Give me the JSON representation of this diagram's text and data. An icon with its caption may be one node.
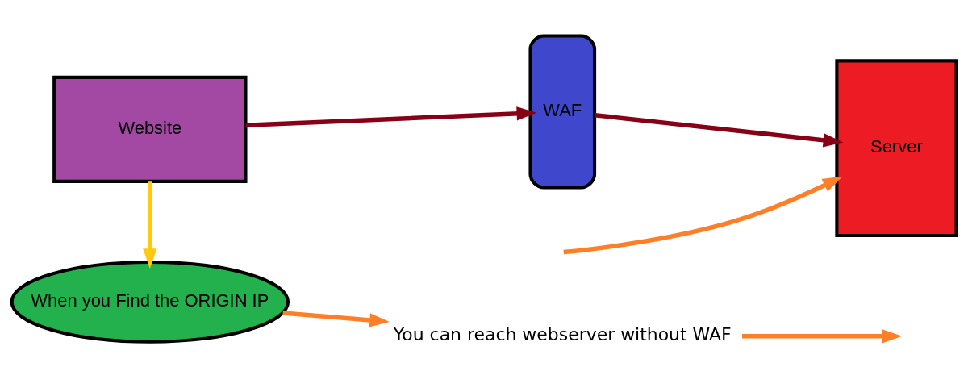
{
  "diagram": {
    "nodes": [
      {
        "text": [
          "Website"
        ]
      },
      {
        "text": [
          "WAF"
        ]
      },
      {
        "text": [
          "Server"
        ]
      },
      {
        "text": [
          "When you Find the ORIGIN IP"
        ]
      },
      {
        "text": [
          "You can reach webserver without WAF"
        ]
      }
    ],
    "edges": [
      {
        "from": 0,
        "to": 1,
        "arrow": "to",
        "color": "#880015"
      },
      {
        "from": 1,
        "to": 2,
        "arrow": "to",
        "color": "#880015"
      },
      {
        "from": 0,
        "to": 3,
        "arrow": "to",
        "color": "#ffc90e"
      },
      {
        "from": 3,
        "to": 4,
        "arrow": "to"
      },
      {
        "from": 4,
        "to": null,
        "arrow": "to"
      },
      {
        "from": null,
        "to": 2,
        "arrow": "to"
      }
    ]
  }
}
